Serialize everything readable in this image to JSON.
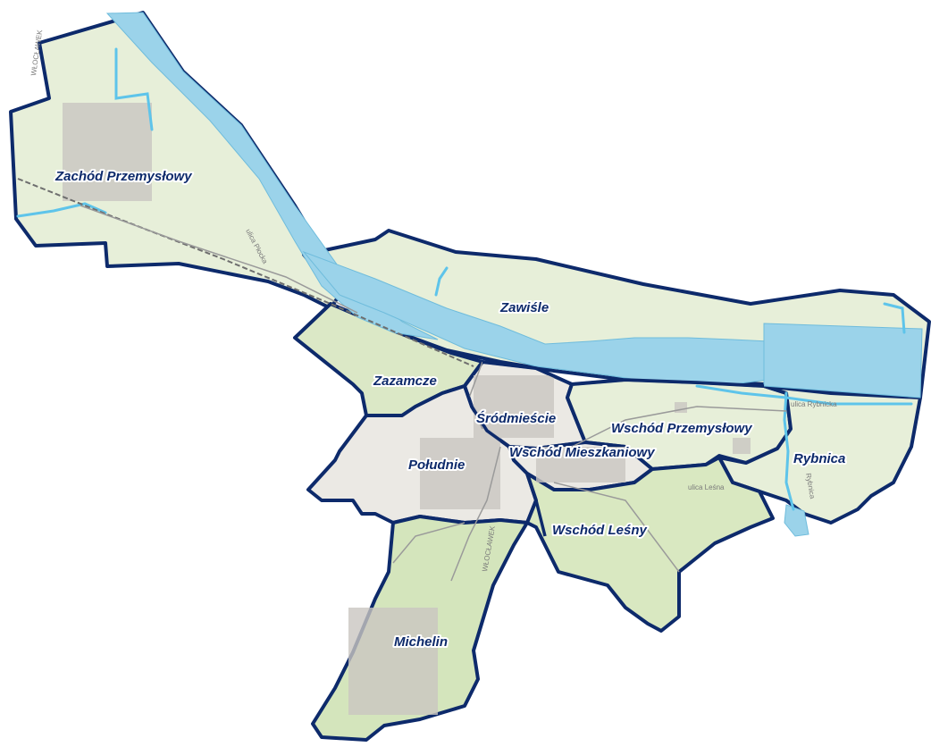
{
  "map": {
    "colors": {
      "boundary": "#0d2a6b",
      "river": "#9bd3ea",
      "green_light": "#e7efd9",
      "green_forest": "#d4e5bc",
      "urban": "#c9c6c1"
    },
    "districts": [
      {
        "id": "zachod-przemyslowy",
        "label": "Zachód Przemysłowy"
      },
      {
        "id": "zawisle",
        "label": "Zawiśle"
      },
      {
        "id": "zazamcze",
        "label": "Zazamcze"
      },
      {
        "id": "srodmiescie",
        "label": "Śródmieście"
      },
      {
        "id": "wschod-przemyslowy",
        "label": "Wschód Przemysłowy"
      },
      {
        "id": "wschod-mieszkaniowy",
        "label": "Wschód Mieszkaniowy"
      },
      {
        "id": "rybnica",
        "label": "Rybnica"
      },
      {
        "id": "poludnie",
        "label": "Południe"
      },
      {
        "id": "wschod-lesny",
        "label": "Wschód Leśny"
      },
      {
        "id": "michelin",
        "label": "Michelin"
      }
    ],
    "street_labels": [
      "ulica Płocka",
      "ulica Leśna",
      "Rybnica",
      "ulica Rybnicka",
      "WŁOCŁAWEK",
      "WŁOCŁAWEK"
    ]
  }
}
